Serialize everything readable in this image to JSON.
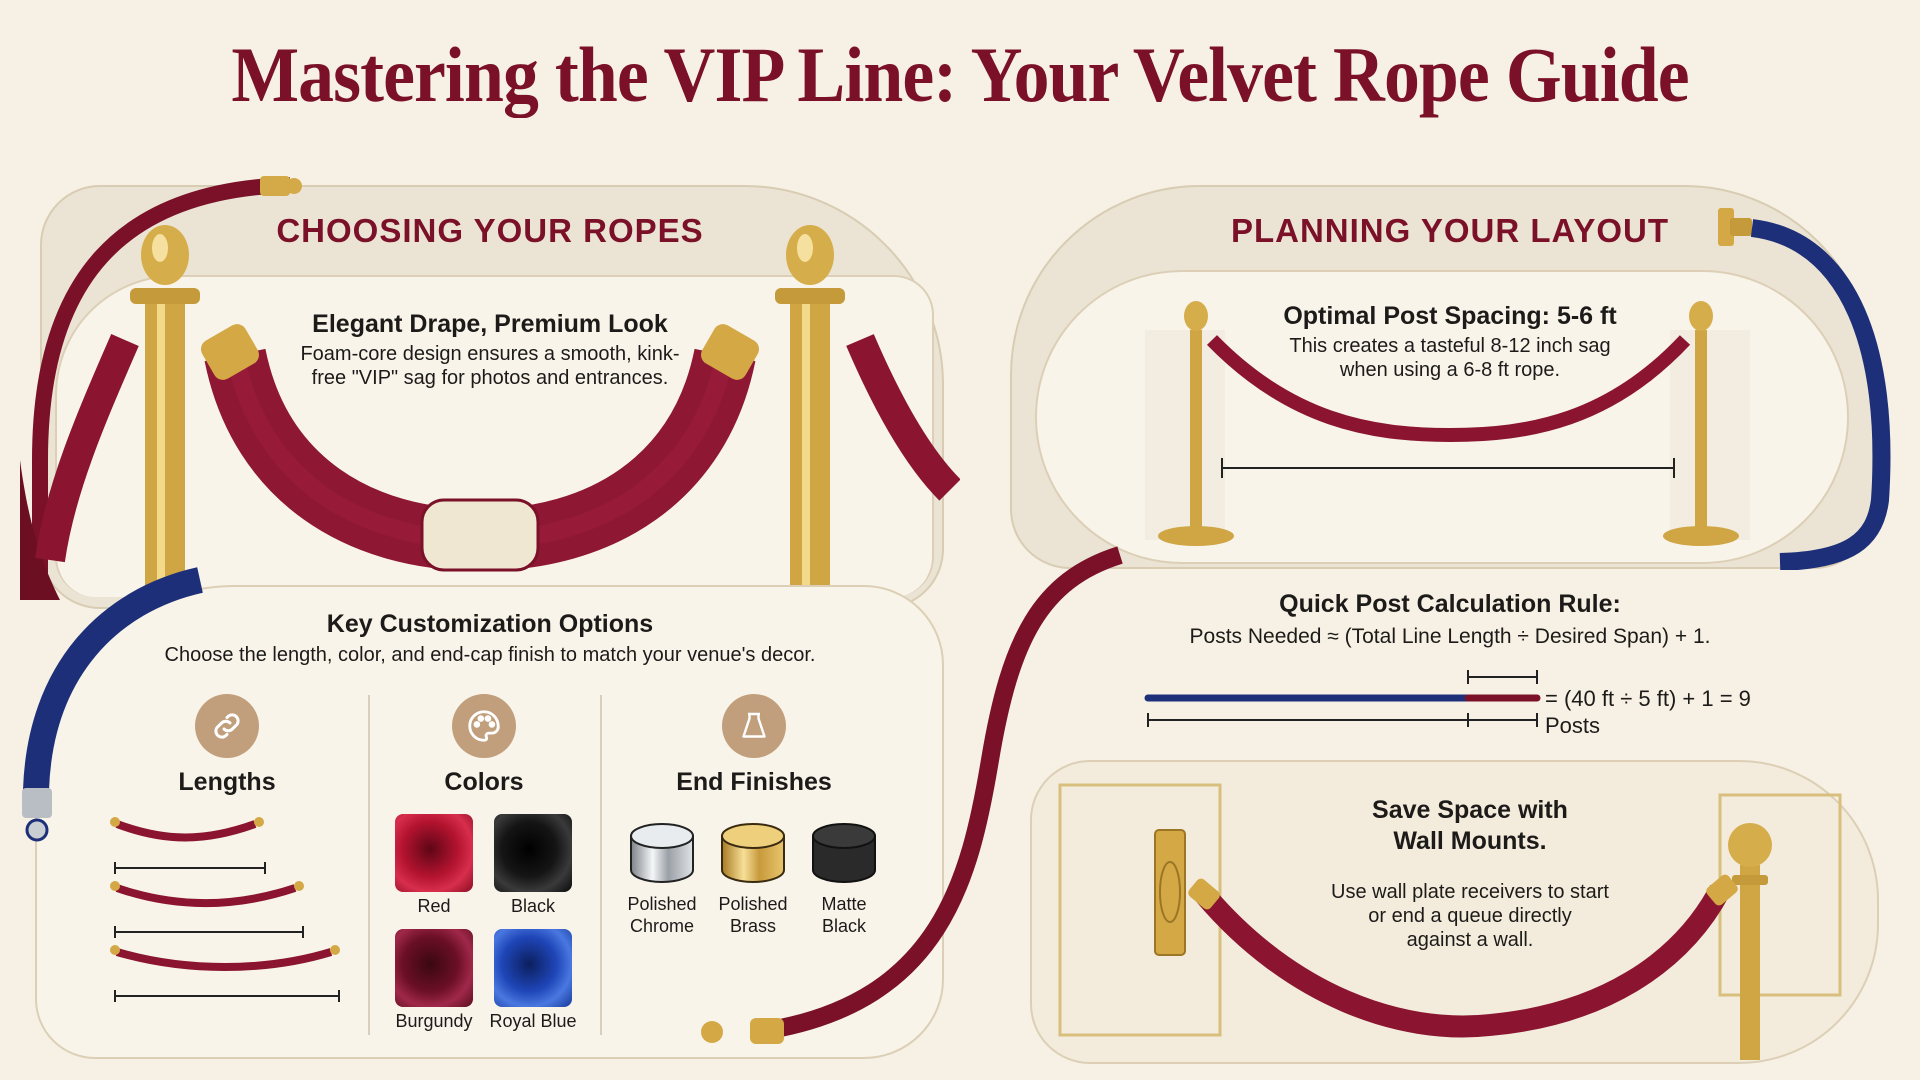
{
  "title": "Mastering the VIP Line: Your Velvet Rope Guide",
  "colors": {
    "crimson": "#7a1128",
    "navy": "#1e2f7a",
    "gold": "#c9a13f",
    "cream": "#f6f1e4",
    "icon_tan": "#c19f7c"
  },
  "choosing": {
    "heading": "CHOOSING YOUR ROPES",
    "feature_title": "Elegant Drape, Premium Look",
    "feature_text_1": "Foam-core design ensures a smooth, kink-",
    "feature_text_2": "free \"VIP\" sag for photos and entrances."
  },
  "customization": {
    "title": "Key Customization Options",
    "subtitle": "Choose the length, color, and end-cap finish to match your venue's decor.",
    "columns": {
      "lengths": {
        "label": "Lengths",
        "icon": "link-icon"
      },
      "colors": {
        "label": "Colors",
        "icon": "palette-icon",
        "swatches": [
          {
            "name": "Red",
            "hex": "#b3132f"
          },
          {
            "name": "Black",
            "hex": "#151515"
          },
          {
            "name": "Burgundy",
            "hex": "#6b0f25"
          },
          {
            "name": "Royal Blue",
            "hex": "#1f46b8"
          }
        ]
      },
      "finishes": {
        "label": "End Finishes",
        "icon": "end-cap-icon",
        "items": [
          {
            "line1": "Polished",
            "line2": "Chrome"
          },
          {
            "line1": "Polished",
            "line2": "Brass"
          },
          {
            "line1": "Matte",
            "line2": "Black"
          }
        ]
      }
    }
  },
  "planning": {
    "heading": "PLANNING YOUR LAYOUT",
    "spacing_title": "Optimal Post Spacing: 5-6 ft",
    "spacing_text_1": "This creates a tasteful 8-12 inch sag",
    "spacing_text_2": "when using a 6-8 ft rope."
  },
  "calculation": {
    "title": "Quick Post Calculation Rule:",
    "formula": "Posts Needed ≈ (Total Line Length ÷ Desired Span) + 1.",
    "example": "= (40 ft ÷ 5 ft) + 1 = 9 Posts"
  },
  "wall_mounts": {
    "title_1": "Save Space with",
    "title_2": "Wall Mounts.",
    "text_1": "Use wall plate receivers to start",
    "text_2": "or end a queue directly",
    "text_3": "against a wall."
  }
}
